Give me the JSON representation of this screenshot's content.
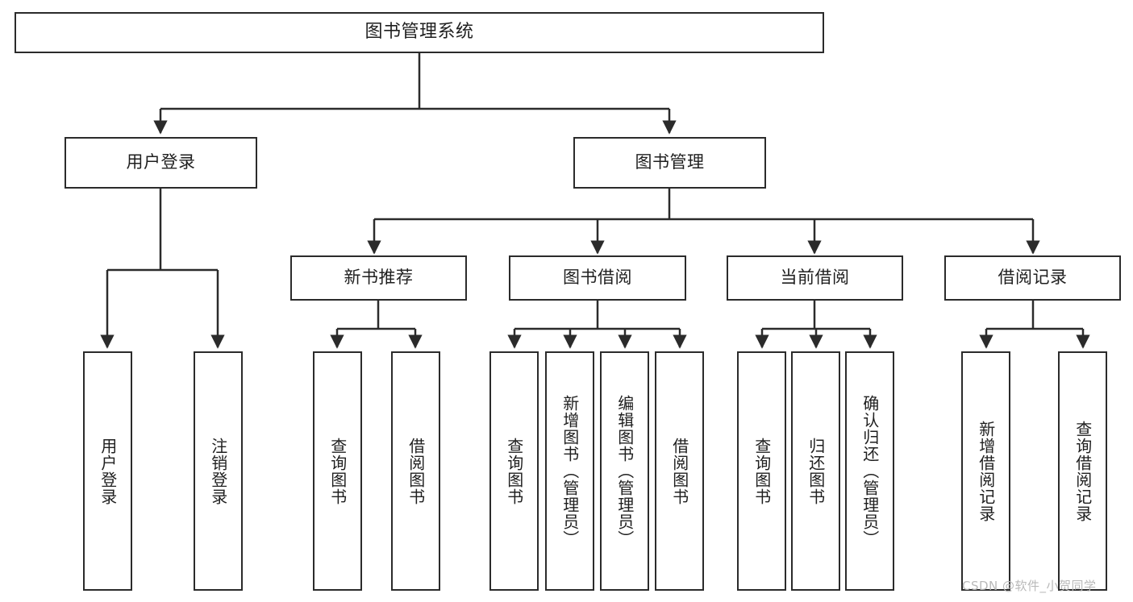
{
  "diagram": {
    "title": "图书管理系统",
    "type": "tree",
    "watermark": "CSDN @软件_小贺同学",
    "colors": {
      "stroke": "#2b2b2b",
      "fill": "#ffffff",
      "text": "#1f1f1f",
      "watermark": "#b9b9b9"
    },
    "nodes": {
      "root": {
        "label": "图书管理系统",
        "orientation": "horizontal",
        "level": 1
      },
      "l2": [
        {
          "id": "user-login",
          "label": "用户登录",
          "orientation": "horizontal",
          "level": 2
        },
        {
          "id": "book-management",
          "label": "图书管理",
          "orientation": "horizontal",
          "level": 2
        }
      ],
      "l3": [
        {
          "id": "new-book-recommend",
          "label": "新书推荐",
          "orientation": "horizontal",
          "level": 3,
          "parent": "book-management"
        },
        {
          "id": "book-borrow",
          "label": "图书借阅",
          "orientation": "horizontal",
          "level": 3,
          "parent": "book-management"
        },
        {
          "id": "current-borrow",
          "label": "当前借阅",
          "orientation": "horizontal",
          "level": 3,
          "parent": "book-management"
        },
        {
          "id": "borrow-record",
          "label": "借阅记录",
          "orientation": "horizontal",
          "level": 3,
          "parent": "book-management"
        }
      ],
      "l4": [
        {
          "id": "leaf-user-login",
          "label": "用户登录",
          "orientation": "vertical",
          "level": 3,
          "parent": "user-login"
        },
        {
          "id": "leaf-logout",
          "label": "注销登录",
          "orientation": "vertical",
          "level": 3,
          "parent": "user-login"
        },
        {
          "id": "leaf-query-book-1",
          "label": "查询图书",
          "orientation": "vertical",
          "level": 4,
          "parent": "new-book-recommend"
        },
        {
          "id": "leaf-borrow-book-1",
          "label": "借阅图书",
          "orientation": "vertical",
          "level": 4,
          "parent": "new-book-recommend"
        },
        {
          "id": "leaf-query-book-2",
          "label": "查询图书",
          "orientation": "vertical",
          "level": 4,
          "parent": "book-borrow"
        },
        {
          "id": "leaf-add-book",
          "label": "新增图书（管理员）",
          "orientation": "vertical",
          "level": 4,
          "parent": "book-borrow"
        },
        {
          "id": "leaf-edit-book",
          "label": "编辑图书（管理员）",
          "orientation": "vertical",
          "level": 4,
          "parent": "book-borrow"
        },
        {
          "id": "leaf-borrow-book-2",
          "label": "借阅图书",
          "orientation": "vertical",
          "level": 4,
          "parent": "book-borrow"
        },
        {
          "id": "leaf-query-book-3",
          "label": "查询图书",
          "orientation": "vertical",
          "level": 4,
          "parent": "current-borrow"
        },
        {
          "id": "leaf-return-book",
          "label": "归还图书",
          "orientation": "vertical",
          "level": 4,
          "parent": "current-borrow"
        },
        {
          "id": "leaf-confirm-return",
          "label": "确认归还（管理员）",
          "orientation": "vertical",
          "level": 4,
          "parent": "current-borrow"
        },
        {
          "id": "leaf-add-record",
          "label": "新增借阅记录",
          "orientation": "vertical",
          "level": 4,
          "parent": "borrow-record"
        },
        {
          "id": "leaf-query-record",
          "label": "查询借阅记录",
          "orientation": "vertical",
          "level": 4,
          "parent": "borrow-record"
        }
      ]
    }
  }
}
